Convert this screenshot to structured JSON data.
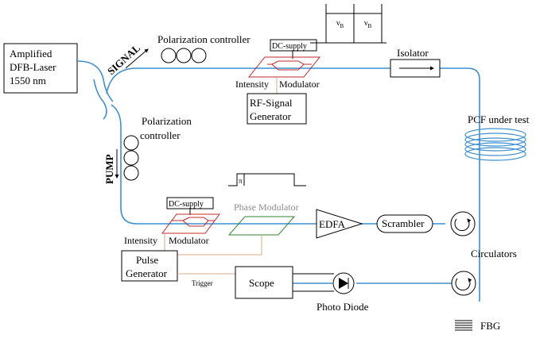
{
  "laser": {
    "line1": "Amplified",
    "line2": "DFB-Laser",
    "line3": "1550 nm"
  },
  "signal_label": "SIGNAL",
  "pump_label": "PUMP",
  "pol_controller_top": "Polarization controller",
  "pol_controller_left": {
    "line1": "Polarization",
    "line2": "controller"
  },
  "dc_supply_top": "DC-supply",
  "intensity_modulator_top": {
    "left": "Intensity",
    "right": "Modulator"
  },
  "rf_generator": {
    "line1": "RF-Signal",
    "line2": "Generator"
  },
  "spectrum_labels": {
    "left": "ν",
    "left_sub": "B",
    "right": "ν",
    "right_sub": "B"
  },
  "isolator": "Isolator",
  "pcf": "PCF under test",
  "pulse_marker": "π",
  "dc_supply_bottom": "DC-supply",
  "phase_modulator": "Phase Modulator",
  "edfa": "EDFA",
  "scrambler": "Scrambler",
  "intensity_modulator_bottom": {
    "left": "Intensity",
    "right": "Modulator"
  },
  "pulse_generator": {
    "line1": "Pulse",
    "line2": "Generator"
  },
  "trigger": "Trigger",
  "scope": "Scope",
  "photo_diode": "Photo Diode",
  "circulators": "Circulators",
  "fbg": "FBG",
  "colors": {
    "fiber": "#3d8fd0",
    "modulator_red": "#c0282a",
    "phase_green": "#2d8a2d",
    "wire": "#d9a882",
    "phase_text": "#8c8c8c"
  }
}
